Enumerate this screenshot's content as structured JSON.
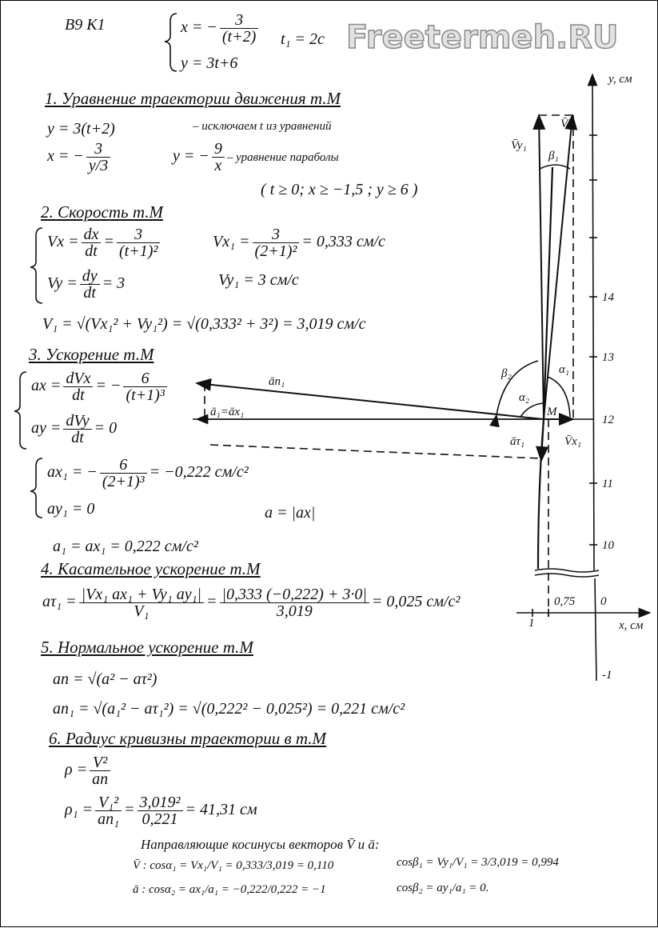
{
  "header": {
    "variant": "В9 К1",
    "eq_x_lhs": "x = −",
    "eq_x_num": "3",
    "eq_x_den": "(t+2)",
    "eq_y": "y = 3t+6",
    "t1": "t₁ = 2c"
  },
  "watermark": "Freetermeh.RU",
  "s1": {
    "title": "1. Уравнение траектории движения т.М",
    "l1": "y = 3(t+2)",
    "l1b": "– исключаем t из уравнений",
    "l2a": "x = −",
    "l2num": "3",
    "l2den": "y/3",
    "l2b": "y = −",
    "l2bnum": "9",
    "l2bden": "x",
    "l2c": "– уравнение параболы",
    "l3": "( t ≥ 0;   x ≥ −1,5 ;  y ≥ 6 )"
  },
  "s2": {
    "title": "2. Скорость т.М",
    "vx": "Vx =",
    "vx_n1": "dx",
    "vx_d1": "dt",
    "vx_n2": "3",
    "vx_d2": "(t+1)²",
    "vx1": "Vx₁ =",
    "vx1_n": "3",
    "vx1_d": "(2+1)²",
    "vx1_r": "= 0,333 см/с",
    "vy": "Vy =",
    "vy_n": "dy",
    "vy_d": "dt",
    "vy_r": "= 3",
    "vy1": "Vy₁ = 3 см/с",
    "v1": "V₁ = √(Vx₁² + Vy₁²) = √(0,333² + 3²) = 3,019 см/с"
  },
  "s3": {
    "title": "3. Ускорение т.М",
    "ax": "ax =",
    "ax_n": "dVx",
    "ax_d": "dt",
    "ax_n2": "6",
    "ax_d2": "(t+1)³",
    "ay": "ay =",
    "ay_n": "dVy",
    "ay_d": "dt",
    "ay_r": "= 0",
    "ax1": "ax₁ = −",
    "ax1_n": "6",
    "ax1_d": "(2+1)³",
    "ax1_r": "= −0,222 см/с²",
    "ay1": "ay₁ = 0",
    "a_abs": "a = |ax|",
    "a1": "a₁ = ax₁ = 0,222 см/с²"
  },
  "s4": {
    "title": "4. Касательное ускорение т.М",
    "lhs": "aτ₁ =",
    "n1": "|Vx₁ ax₁ + Vy₁ ay₁|",
    "d1": "V₁",
    "n2": "|0,333 (−0,222) + 3·0|",
    "d2": "3,019",
    "r": "= 0,025 см/с²"
  },
  "s5": {
    "title": "5. Нормальное ускорение т.М",
    "an": "an = √(a² − aτ²)",
    "an1": "an₁ = √(a₁² − aτ₁²) = √(0,222² − 0,025²) = 0,221 см/с²"
  },
  "s6": {
    "title": "6. Радиус кривизны траектории в т.М",
    "rho": "ρ =",
    "rho_n": "V²",
    "rho_d": "an",
    "rho1": "ρ₁ =",
    "rho1_n": "V₁²",
    "rho1_d": "an₁",
    "rho1_n2": "3,019²",
    "rho1_d2": "0,221",
    "rho1_r": "= 41,31 см"
  },
  "cos": {
    "title": "Направляющие косинусы векторов V̄ и ā:",
    "v": "V̄ :  cosα₁ = Vx₁/V₁ = 0,333/3,019 = 0,110",
    "vb": "cosβ₁ = Vy₁/V₁ = 3/3,019 = 0,994",
    "a": "ā :  cosα₂ = ax₁/a₁ = −0,222/0,222 = −1",
    "ab": "cosβ₂ = ay₁/a₁ = 0."
  },
  "diagram": {
    "y_axis": "y, см",
    "x_axis": "x, см",
    "ticks_y": [
      "14",
      "13",
      "12",
      "11",
      "10"
    ],
    "zero": "0",
    "x_one": "1",
    "x_075": "0,75",
    "y_neg1": "-1",
    "V1": "V̄₁",
    "Vy1": "V̄y₁",
    "Vx1": "V̄x₁",
    "an1": "ān₁",
    "a1": "ā₁=āx₁",
    "atau": "āτ₁",
    "M": "M",
    "alpha1": "α₁",
    "alpha2": "α₂",
    "beta1": "β₁",
    "beta2": "β₂"
  }
}
